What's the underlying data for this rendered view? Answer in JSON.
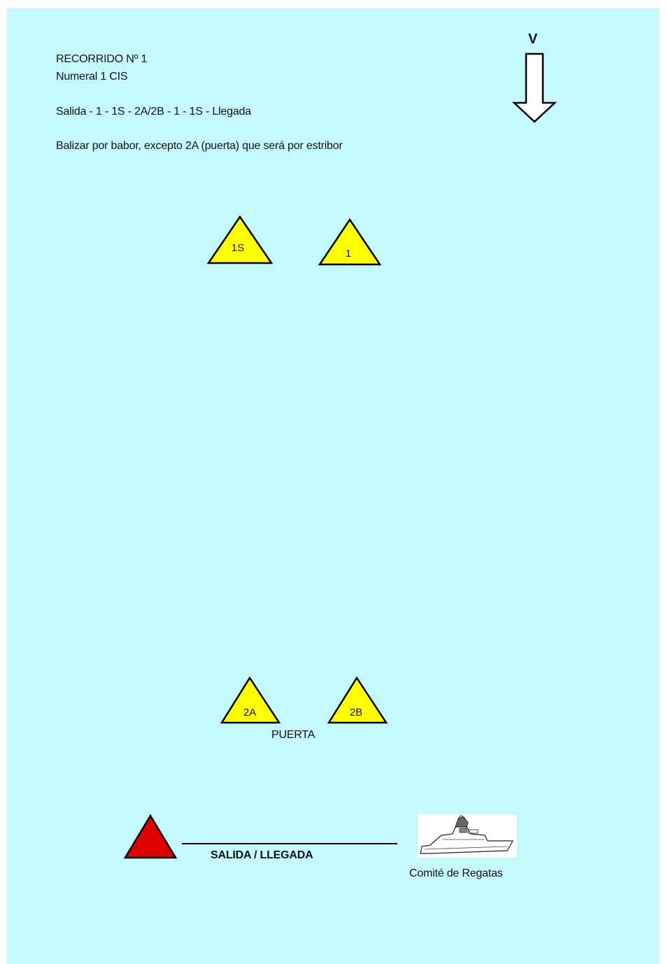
{
  "course": {
    "title": "RECORRIDO Nº 1",
    "subtitle": "Numeral 1 CIS",
    "sequence": "Salida - 1 - 1S - 2A/2B - 1 - 1S - Llegada",
    "rounding_rule": "Balizar por babor, excepto 2A (puerta) que será por estribor"
  },
  "wind": {
    "label": "V",
    "direction": "down",
    "icon": "arrow-down-icon"
  },
  "marks": [
    {
      "id": "mark-1s",
      "label": "1S",
      "color": "#ffff00"
    },
    {
      "id": "mark-1",
      "label": "1",
      "color": "#ffff00"
    },
    {
      "id": "mark-2a",
      "label": "2A",
      "color": "#ffff00"
    },
    {
      "id": "mark-2b",
      "label": "2B",
      "color": "#ffff00"
    }
  ],
  "gate": {
    "label": "PUERTA"
  },
  "start_finish": {
    "label": "SALIDA / LLEGADA",
    "pin_color": "#e00000"
  },
  "committee": {
    "label": "Comité de Regatas",
    "icon": "committee-boat-icon"
  },
  "colors": {
    "background": "#c4fafe",
    "mark": "#ffff00",
    "pin": "#e00000",
    "outline": "#000000"
  }
}
